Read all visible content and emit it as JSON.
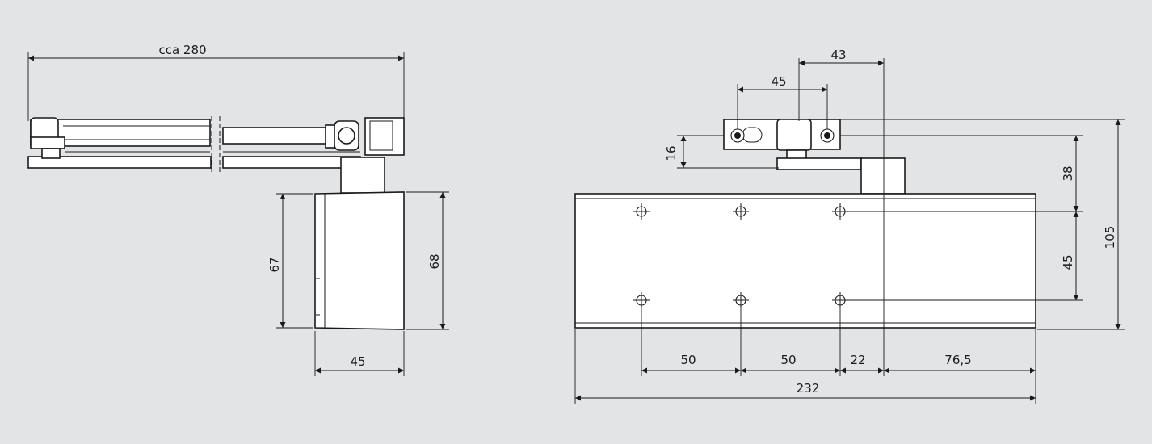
{
  "colors": {
    "background": "#e3e4e6",
    "line": "#1a1a1a",
    "part_fill": "#ffffff"
  },
  "side_view": {
    "overall_length": "cca 280",
    "body_height_front": "67",
    "body_height_back": "68",
    "body_depth": "45"
  },
  "front_view": {
    "arm_offset": "43",
    "bracket_hole_spacing": "45",
    "bracket_height": "16",
    "arm_to_holes": "38",
    "hole_row_spacing": "45",
    "overall_height": "105",
    "hole_spacing_1": "50",
    "hole_spacing_2": "50",
    "hole_to_axis": "22",
    "axis_to_end": "76,5",
    "overall_width": "232"
  }
}
